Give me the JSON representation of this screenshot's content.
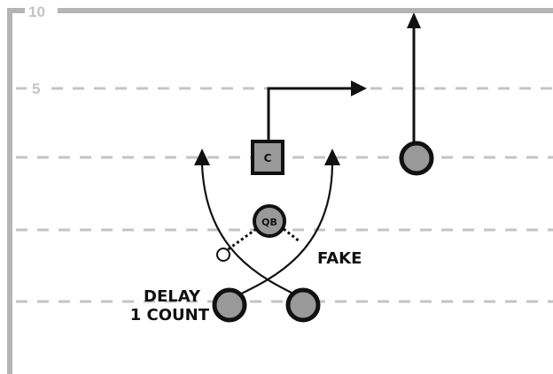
{
  "field": {
    "yard_markers": {
      "ten": "10",
      "five": "5"
    },
    "colors": {
      "border": "#b5b5b5",
      "yard_line": "#c4c4c4",
      "yard_number": "#c4c4c4",
      "player_fill": "#999999",
      "ink": "#111111"
    }
  },
  "players": {
    "center_label": "C",
    "quarterback_label": "QB"
  },
  "annotations": {
    "fake": "FAKE",
    "delay_line1": "DELAY",
    "delay_line2": "1 COUNT"
  },
  "icons": {
    "route_arrow": "arrowhead",
    "handoff_mesh": "open-circle-mesh-point"
  }
}
